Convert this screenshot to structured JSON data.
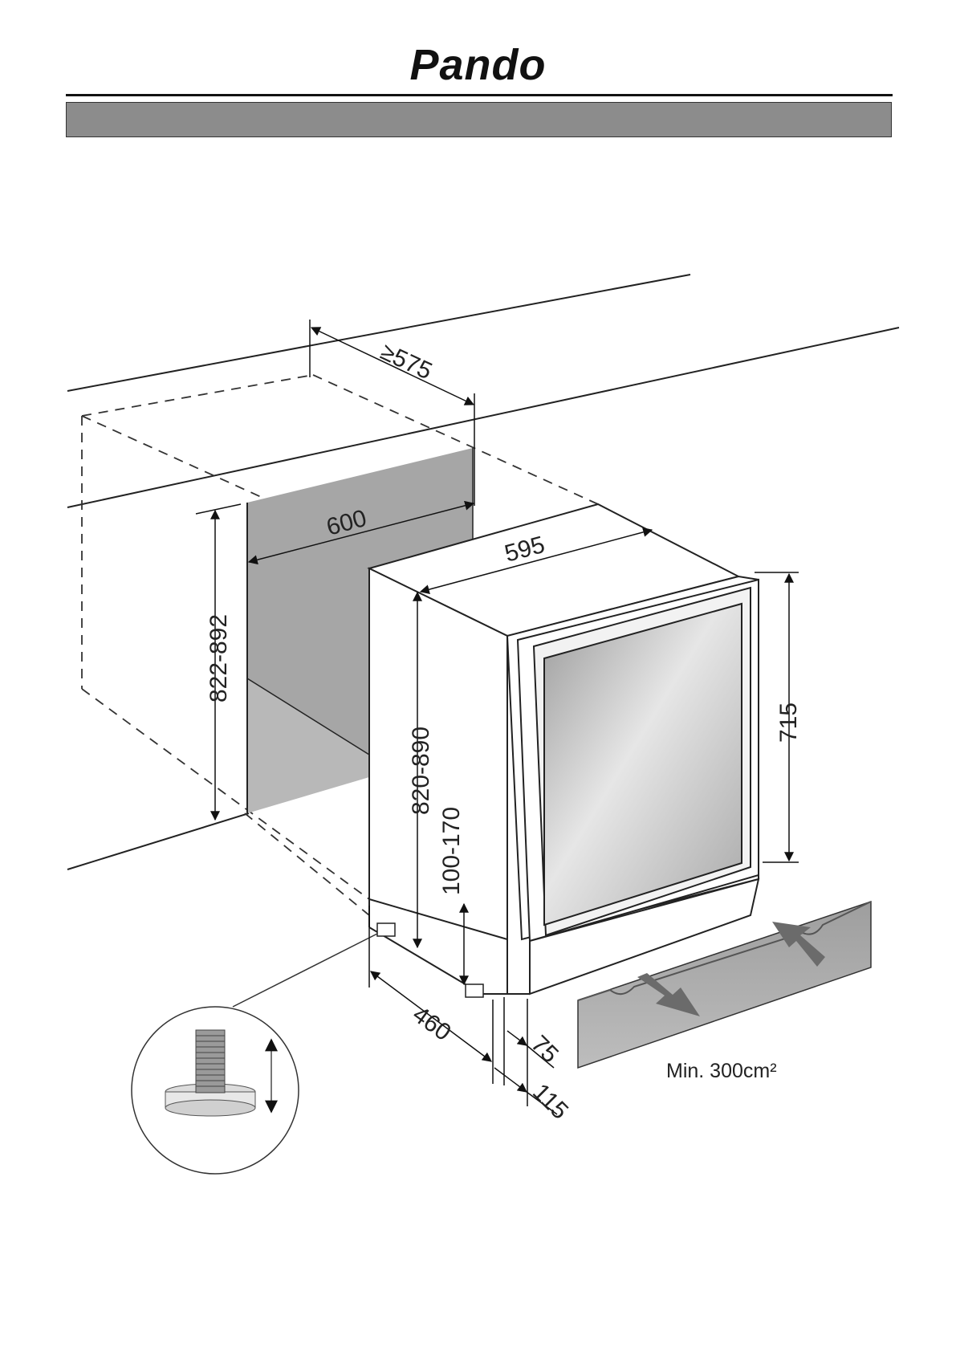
{
  "header": {
    "brand": "Pando"
  },
  "diagram": {
    "dimensions": {
      "niche_depth": "≥575",
      "niche_width": "600",
      "niche_height": "822-892",
      "unit_width": "595",
      "unit_height": "820-890",
      "door_height": "715",
      "plinth_height": "100-170",
      "unit_depth": "460",
      "plinth_setback": "75",
      "door_offset": "115"
    },
    "ventilation_note": "Min. 300cm²"
  }
}
